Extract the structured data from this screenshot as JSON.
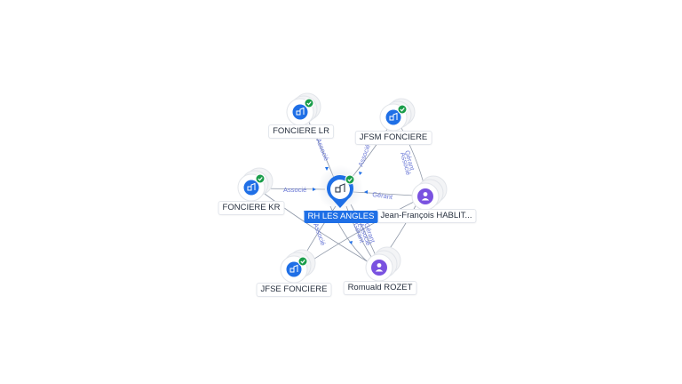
{
  "graph": {
    "center": {
      "label": "RH LES ANGLES",
      "icon": "building-icon",
      "status": "verified-check"
    },
    "nodes": [
      {
        "id": "fonciere-lr",
        "label": "FONCIERE LR",
        "type": "company",
        "icon": "building-icon"
      },
      {
        "id": "jfsm-fonciere",
        "label": "JFSM FONCIERE",
        "type": "company",
        "icon": "building-icon"
      },
      {
        "id": "fonciere-kr",
        "label": "FONCIERE KR",
        "type": "company",
        "icon": "building-icon"
      },
      {
        "id": "jean-francois",
        "label": "Jean-François HABLIT...",
        "type": "person",
        "icon": "person-icon"
      },
      {
        "id": "jfse-fonciere",
        "label": "JFSE FONCIERE",
        "type": "company",
        "icon": "building-icon"
      },
      {
        "id": "romuald-rozet",
        "label": "Romuald ROZET",
        "type": "person",
        "icon": "person-icon"
      }
    ],
    "edge_labels": {
      "associe": "Associé",
      "gerant": "Gérant"
    }
  },
  "colors": {
    "company": "#1f6fe6",
    "person": "#7a52e0",
    "check": "#1a9d4a",
    "edge": "#8f98a8",
    "edge_label": "#6a78d6"
  }
}
